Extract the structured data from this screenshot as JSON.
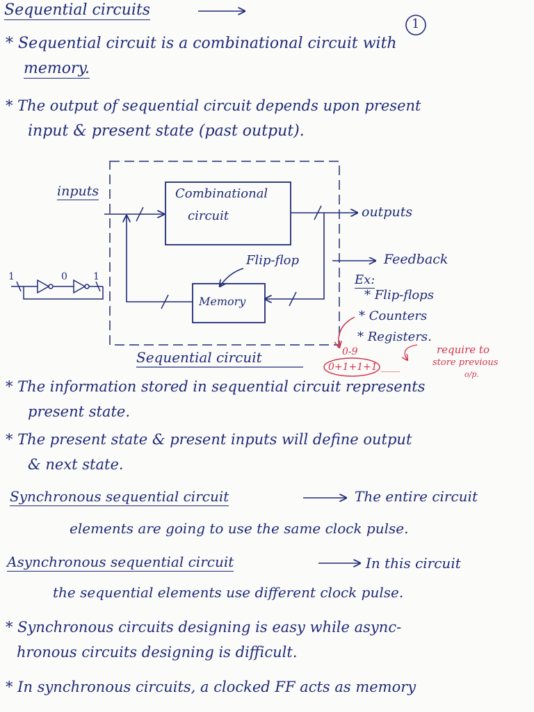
{
  "page_number": "1",
  "heading": "Sequential circuits",
  "intro": {
    "line1": "* Sequential circuit is a combinational circuit with",
    "line1_cont": "memory.",
    "line2": "* The output of sequential circuit depends upon present",
    "line2_cont": "input & present state (past output)."
  },
  "diagram": {
    "inputs_label": "inputs",
    "combinational_label_1": "Combinational",
    "combinational_label_2": "circuit",
    "outputs_label": "outputs",
    "flipflop_label": "Flip-flop",
    "feedback_label": "Feedback",
    "memory_label": "Memory",
    "caption": "Sequential circuit",
    "inverter_values": [
      "1",
      "0",
      "1"
    ],
    "examples": {
      "title": "Ex:",
      "items": [
        "* Flip-flops",
        "* Counters",
        "* Registers."
      ]
    },
    "counter_note": {
      "range": "0-9",
      "sequence": "0+1+1+1 ____",
      "note_1": "require to",
      "note_2": "store previous",
      "note_3": "o/p."
    }
  },
  "points": {
    "p1_line1": "* The information stored in sequential circuit represents",
    "p1_line2": "present state.",
    "p2_line1": "* The present state & present inputs will define output",
    "p2_line2": "& next state."
  },
  "types": {
    "sync_term": "Synchronous sequential circuit",
    "sync_def_1": "The entire circuit",
    "sync_def_2": "elements are going to use the same clock pulse.",
    "async_term": "Asynchronous sequential circuit",
    "async_def_1": "In this circuit",
    "async_def_2": "the sequential elements use different clock pulse."
  },
  "closing": {
    "c1_line1": "* Synchronous circuits designing is easy while async-",
    "c1_line2": "hronous circuits designing is difficult.",
    "c2_line1": "* In synchronous circuits, a clocked FF acts as memory"
  },
  "colors": {
    "ink": "#1f2a78",
    "red_ink": "#d0344d",
    "paper": "#fbfbf9"
  }
}
